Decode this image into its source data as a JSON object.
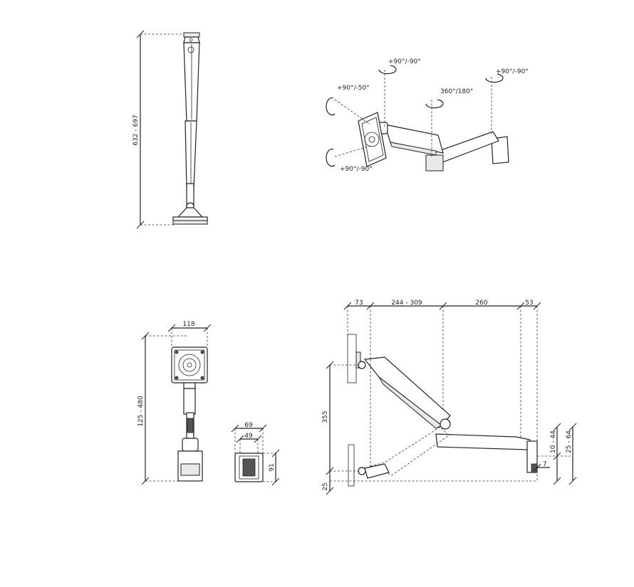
{
  "views": {
    "side": {
      "height_dim": "632 - 697"
    },
    "rotation": {
      "top_left": "+90°/-90°",
      "middle": "360°/180°",
      "right": "+90°/-90°",
      "left_upper": "+90°/-50°",
      "left_lower": "+90°/-90°"
    },
    "front": {
      "width_dim": "118",
      "height_dim": "125 - 480"
    },
    "clamp": {
      "outer_dim": "69",
      "inner_dim": "49",
      "height_dim": "91"
    },
    "reach": {
      "seg_1": "73",
      "seg_2": "244 - 309",
      "seg_3": "260",
      "seg_4": "53",
      "height_355": "355",
      "height_25": "25",
      "right_1": "10 - 44",
      "right_2": "25 - 64",
      "right_3": "7"
    }
  },
  "colors": {
    "line": "#222222",
    "background": "#ffffff",
    "shade": "#e9e9e9"
  }
}
